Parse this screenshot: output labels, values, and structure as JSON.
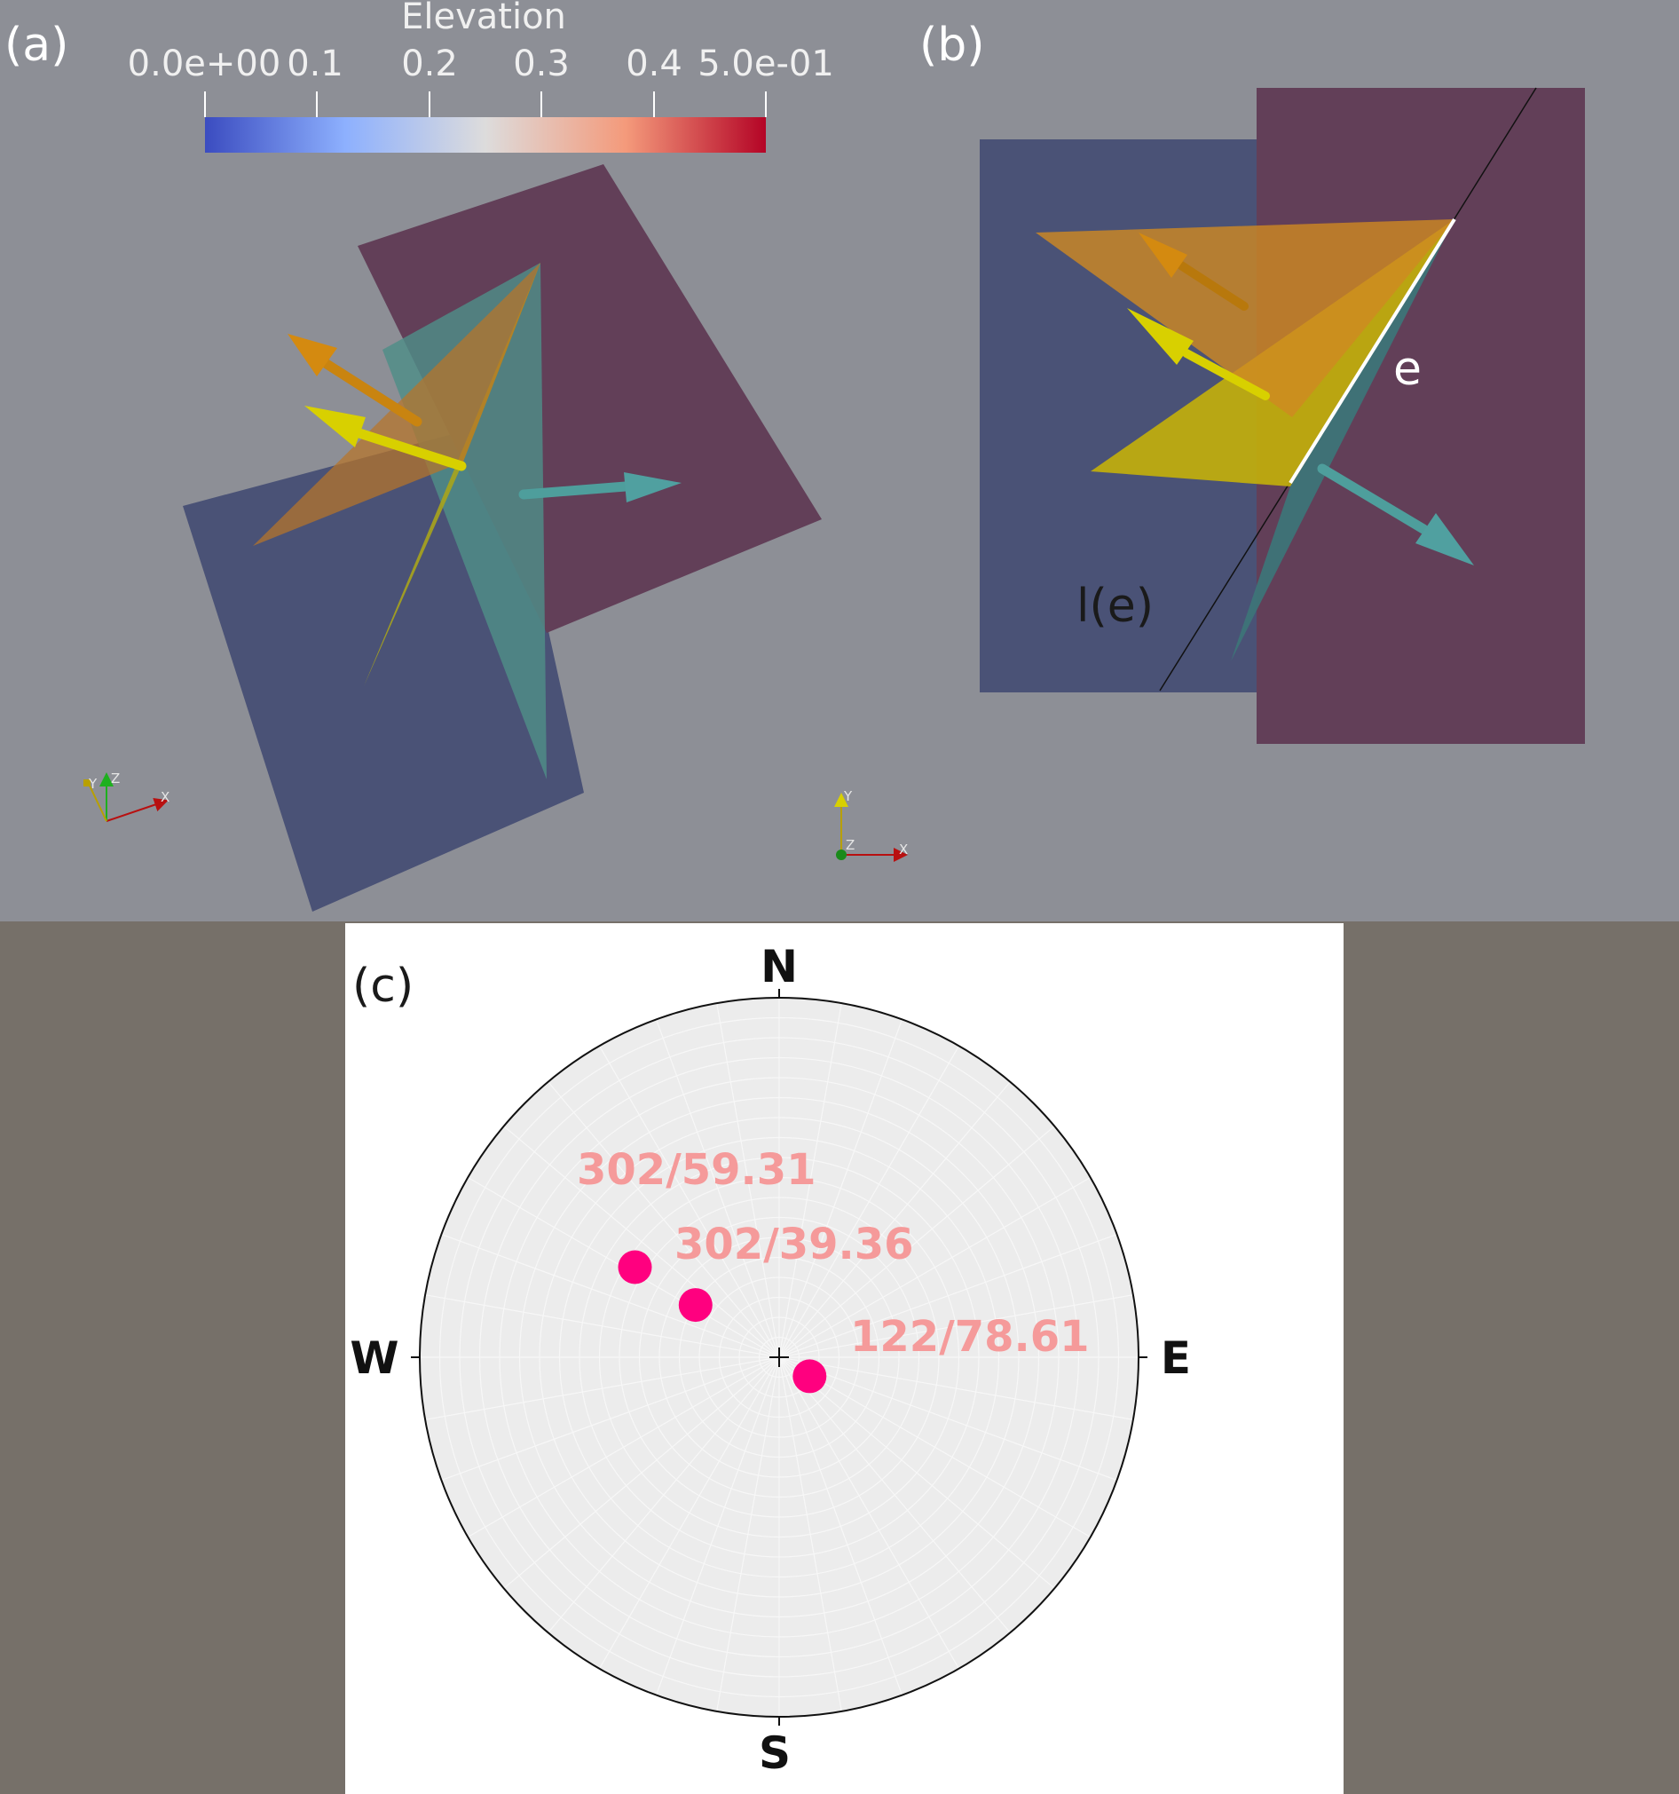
{
  "panels": {
    "a": {
      "label": "(a)"
    },
    "b": {
      "label": "(b)",
      "edge_label": "e",
      "line_label": "l(e)"
    },
    "c": {
      "label": "(c)"
    }
  },
  "colorbar": {
    "title": "Elevation",
    "ticks": [
      "0.0e+00",
      "0.1",
      "0.2",
      "0.3",
      "0.4",
      "5.0e-01"
    ],
    "colormap": [
      "#3b4cc0",
      "#8db0fe",
      "#dddcdc",
      "#f49a7b",
      "#b40426"
    ]
  },
  "orientation_axes": {
    "x": "X",
    "y": "Y",
    "z": "Z"
  },
  "stereonet": {
    "directions": {
      "north": "N",
      "south": "S",
      "east": "E",
      "west": "W"
    },
    "poles": [
      {
        "label": "302/59.31",
        "trend": 302,
        "plunge": 59.31
      },
      {
        "label": "302/39.36",
        "trend": 302,
        "plunge": 39.36
      },
      {
        "label": "122/78.61",
        "trend": 122,
        "plunge": 78.61
      }
    ],
    "pole_color": "#ff007f",
    "label_color": "#f59a9a"
  },
  "colors": {
    "viewport_bg": "#8d8f96",
    "page_bg": "#767069",
    "plane_blue": "#4a5276",
    "plane_purple": "#623f58",
    "arrow_orange": "#d48a10",
    "arrow_yellow": "#d8d000",
    "arrow_teal": "#50a0a0"
  }
}
